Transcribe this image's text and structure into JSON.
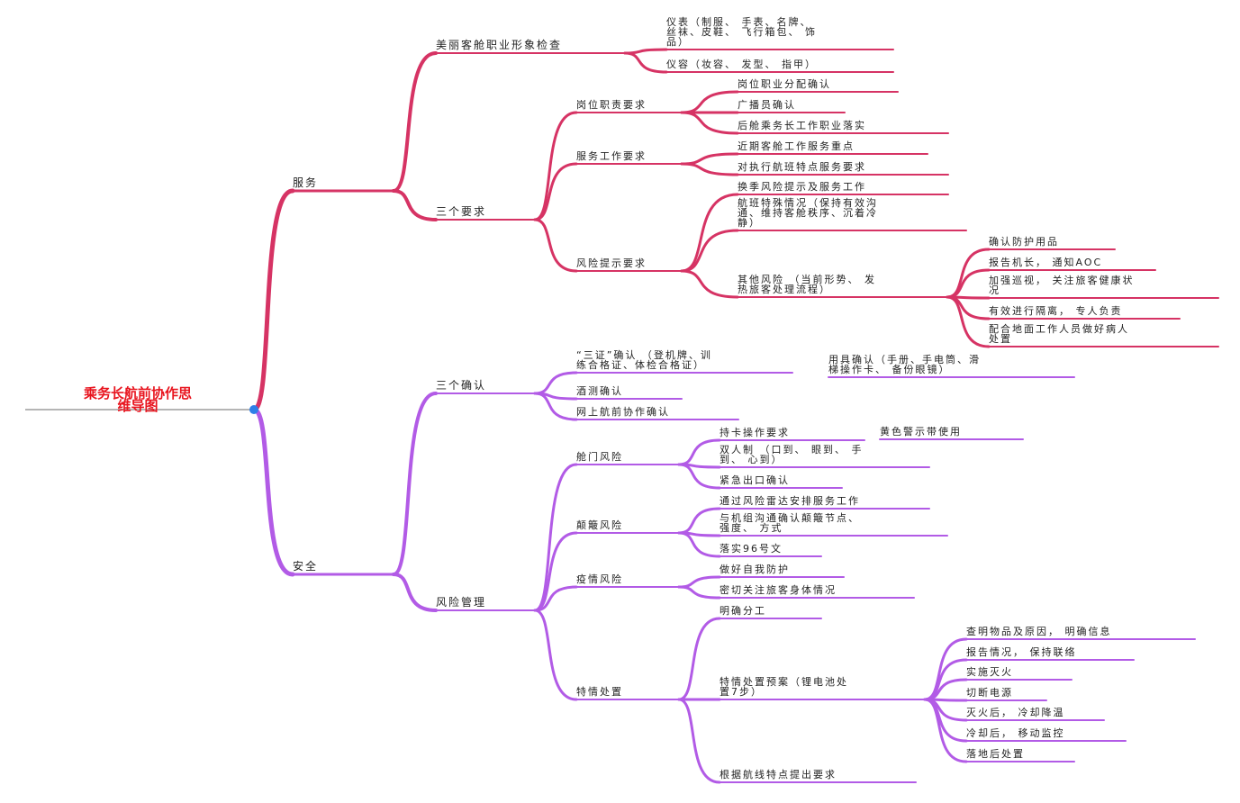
{
  "colors": {
    "service": "#d63364",
    "safety": "#b25be6",
    "root_dot": "#2f7fe8",
    "title": "#e8141e"
  },
  "title_lines": [
    "乘务长航前协作思",
    "维导图"
  ],
  "nodes": {
    "fuwu": "服务",
    "meili": "美丽客舱职业形象检查",
    "yibiao": [
      "仪表（制服、 手表、名牌、",
      "丝袜、皮鞋、 飞行箱包、 饰",
      "品）"
    ],
    "yirong": "仪容（妆容、 发型、 指甲）",
    "sange_yaoqiu": "三个要求",
    "gangwei": "岗位职责要求",
    "g1": "岗位职业分配确认",
    "g2": "广播员确认",
    "g3": "后舱乘务长工作职业落实",
    "fuwu_gz": "服务工作要求",
    "f1": "近期客舱工作服务重点",
    "f2": "对执行航班特点服务要求",
    "fengxian_ts": "风险提示要求",
    "r1": "换季风险提示及服务工作",
    "r2": [
      "航班特殊情况（保持有效沟",
      "通、维持客舱秩序、沉着冷",
      "静）"
    ],
    "r3": [
      "其他风险 （当前形势、 发",
      "热旅客处理流程）"
    ],
    "o1": "确认防护用品",
    "o2": "报告机长， 通知AOC",
    "o3": [
      "加强巡视， 关注旅客健康状",
      "况"
    ],
    "o4": "有效进行隔离， 专人负责",
    "o5": [
      "配合地面工作人员做好病人",
      "处置"
    ],
    "anquan": "安全",
    "sange_queren": "三个确认",
    "sanzheng": [
      "“三证”确认 （登机牌、训",
      "练合格证、体检合格证）"
    ],
    "yongju": [
      "用具确认（手册、手电筒、滑",
      "梯操作卡、 备份眼镜）"
    ],
    "jiuce": "酒测确认",
    "wangshang": "网上航前协作确认",
    "fengxian_gl": "风险管理",
    "cangmen": "舱门风险",
    "cm1": "持卡操作要求",
    "cm1b": "黄色警示带使用",
    "cm2": [
      "双人制 （口到、 眼到、 手",
      "到、 心到）"
    ],
    "cm3": "紧急出口确认",
    "dianbo": "颠簸风险",
    "d1": "通过风险雷达安排服务工作",
    "d2": [
      "与机组沟通确认颠簸节点、",
      "强度、 方式"
    ],
    "d3": "落实96号文",
    "yiqing": "疫情风险",
    "y1": "做好自我防护",
    "y2": "密切关注旅客身体情况",
    "teqing": "特情处置",
    "t1": "明确分工",
    "t2": [
      "特情处置预案（锂电池处",
      "置7步）"
    ],
    "t3": "根据航线特点提出要求",
    "s1": "查明物品及原因， 明确信息",
    "s2": "报告情况， 保持联络",
    "s3": "实施灭火",
    "s4": "切断电源",
    "s5": "灭火后， 冷却降温",
    "s6": "冷却后， 移动监控",
    "s7": "落地后处置"
  }
}
